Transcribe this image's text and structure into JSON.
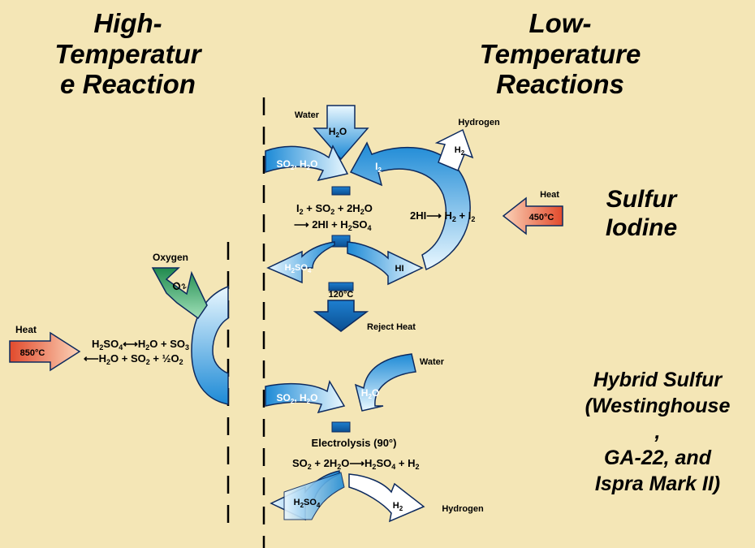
{
  "titles": {
    "high_line1": "High-",
    "high_line2": "Temperatur",
    "high_line3": "e Reaction",
    "low_line1": "Low-",
    "low_line2": "Temperature",
    "low_line3": "Reactions"
  },
  "process_names": {
    "si_line1": "Sulfur",
    "si_line2": "Iodine",
    "hyb_line1": "Hybrid Sulfur",
    "hyb_line2": "(Westinghouse",
    "hyb_line3": ",",
    "hyb_line4": "GA-22, and",
    "hyb_line5": "Ispra Mark II)"
  },
  "high_temp": {
    "heat_label": "Heat",
    "heat_temp": "850°C",
    "oxygen_label": "Oxygen",
    "o2": "O",
    "o2_sub": "2",
    "eq1": {
      "a": "H",
      "a_sub": "2",
      "b": "SO",
      "b_sub": "4",
      "arrow": "⟷",
      "c": "H",
      "c_sub": "2",
      "d": "O + SO",
      "d_sub": "3"
    },
    "eq2": {
      "arrow": "⟵",
      "a": "H",
      "a_sub": "2",
      "b": "O + SO",
      "b_sub": "2",
      "c": " + ½O",
      "c_sub": "2"
    }
  },
  "sulfur_iodine": {
    "water_label": "Water",
    "h2o": "H",
    "h2o_sub": "2",
    "h2o_end": "O",
    "hydrogen_label": "Hydrogen",
    "h2": "H",
    "h2_sub": "2",
    "so2h2o": {
      "a": "SO",
      "a_sub": "2",
      "b": ", H",
      "b_sub": "2",
      "c": "O"
    },
    "i2": "I",
    "i2_sub": "2",
    "eq1": {
      "a": "I",
      "a_sub": "2",
      "b": " + SO",
      "b_sub": "2",
      "c": " + 2H",
      "c_sub": "2",
      "d": "O"
    },
    "eq2": {
      "arrow": "⟶",
      "a": " 2HI + H",
      "a_sub": "2",
      "b": "SO",
      "b_sub": "4"
    },
    "hi_eq": {
      "a": "2HI",
      "arrow": "⟶",
      "b": " H",
      "b_sub": "2",
      "c": " + I",
      "c_sub": "2"
    },
    "heat_label": "Heat",
    "heat_temp": "450°C",
    "h2so4": {
      "a": "H",
      "a_sub": "2",
      "b": "SO",
      "b_sub": "4"
    },
    "hi": "HI",
    "reject_temp": "120°C",
    "reject_label": "Reject Heat"
  },
  "hybrid": {
    "water_label": "Water",
    "h2o": "H",
    "h2o_sub": "2",
    "h2o_end": "O",
    "so2h2o": {
      "a": "SO",
      "a_sub": "2",
      "b": ", H",
      "b_sub": "2",
      "c": "O"
    },
    "electrolysis": "Electrolysis (90°)",
    "eq": {
      "a": "SO",
      "a_sub": "2",
      "b": " + 2H",
      "b_sub": "2",
      "c": "O",
      "arrow": "⟶",
      "d": "H",
      "d_sub": "2",
      "e": "SO",
      "e_sub": "4",
      "f": " + H",
      "f_sub": "2"
    },
    "h2so4": {
      "a": "H",
      "a_sub": "2",
      "b": "SO",
      "b_sub": "4"
    },
    "h2": "H",
    "h2_sub": "2",
    "hydrogen_label": "Hydrogen"
  },
  "colors": {
    "background": "#f4e6b6",
    "blue_light": "#e6f6ff",
    "blue_mid": "#6cc6f2",
    "blue_dark": "#1f8fd8",
    "blue_deep": "#0f5fa8",
    "outline": "#0d2a5e",
    "heat_red": "#e85838",
    "oxygen_green": "#2f9a5c"
  }
}
